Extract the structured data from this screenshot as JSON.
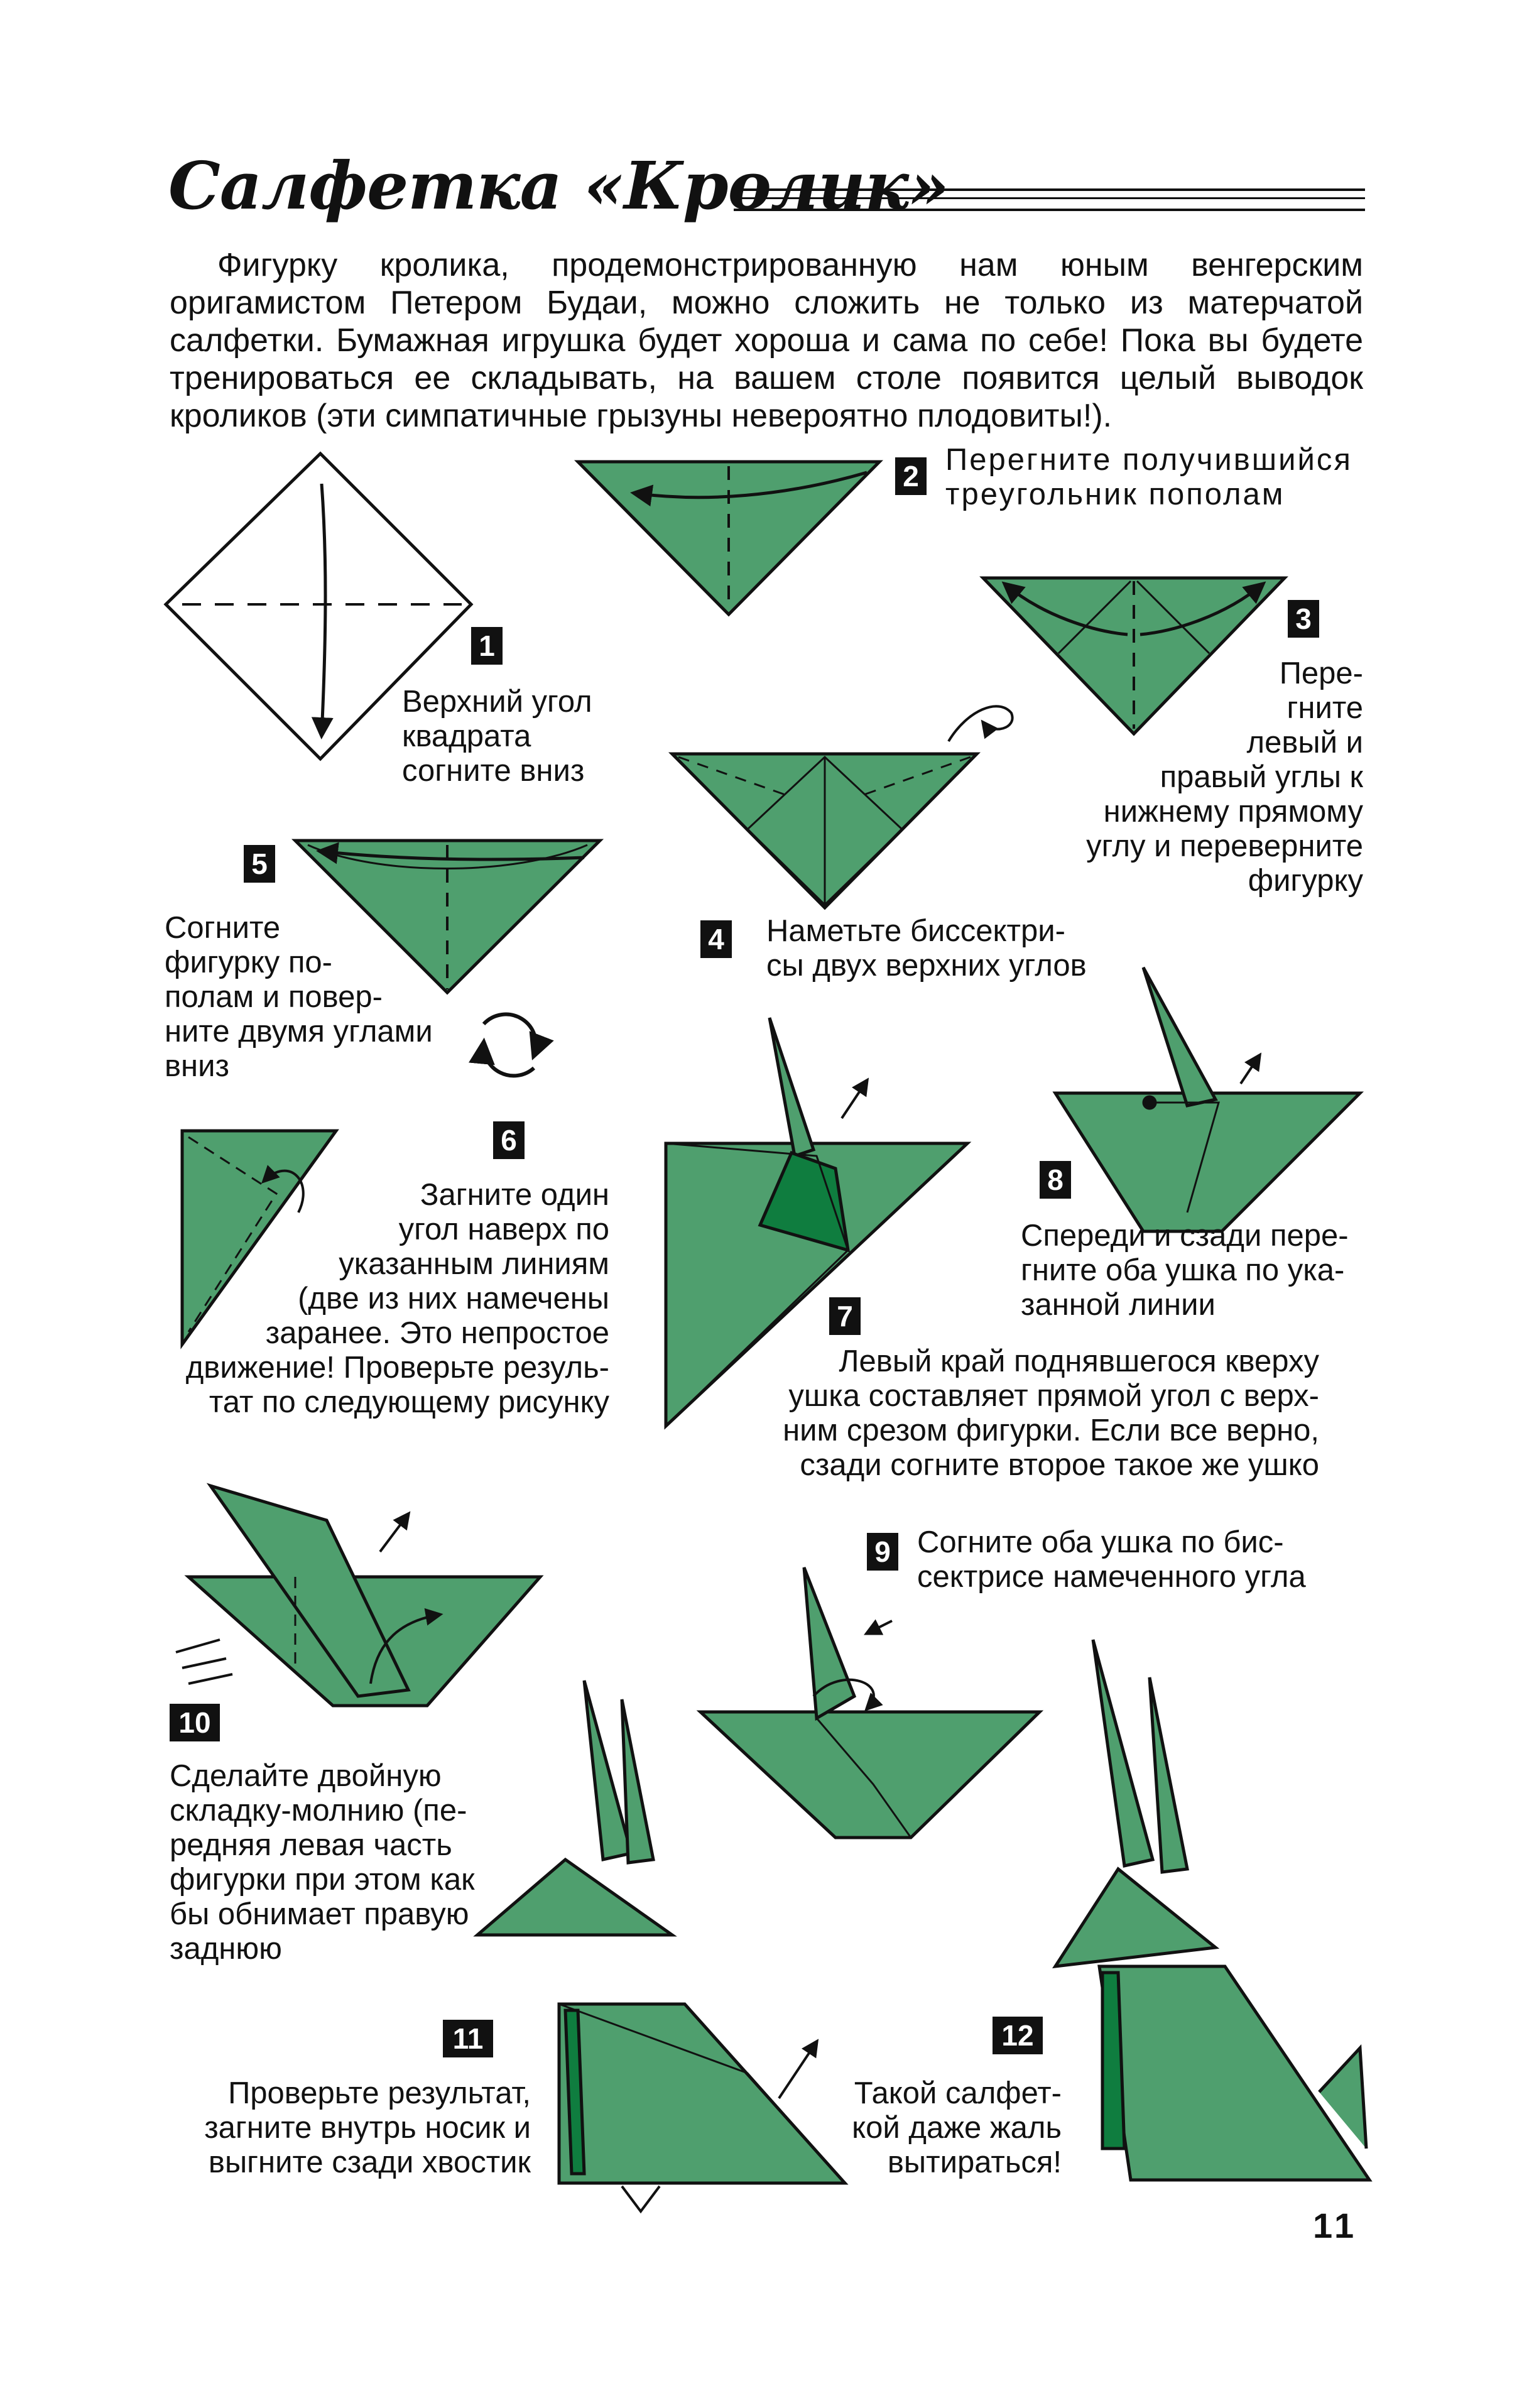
{
  "title": "Салфетка «Кролик»",
  "intro": "Фигурку кролика, продемонстрированную нам юным венгерским оригамистом Петером Будаи, можно сложить не только из матерчатой салфетки. Бумажная игрушка будет хороша и сама по себе! Пока вы будете тренироваться ее складывать, на вашем столе появится целый выводок кроликов (эти симпатичные грызуны невероятно плодовиты!).",
  "colors": {
    "paper_green": "#4f9f6e",
    "dark_green": "#0f7d3f",
    "ink": "#111111"
  },
  "steps": [
    {
      "num": "1",
      "text": "Верхний угол\nквадрата\nсогните вниз"
    },
    {
      "num": "2",
      "text": "Перегните получившийся\nтреугольник пополам"
    },
    {
      "num": "3",
      "text": "Пере-\nгните\nлевый и\nправый углы к\nнижнему прямому\nуглу и переверните\nфигурку"
    },
    {
      "num": "4",
      "text": "Наметьте биссектри-\nсы двух верхних углов"
    },
    {
      "num": "5",
      "text": "Согните\nфигурку по-\nполам и повер-\nните двумя углами\nвниз"
    },
    {
      "num": "6",
      "text": "Загните один\nугол наверх по\nуказанным линиям\n(две из них намечены\nзаранее. Это непростое\nдвижение! Проверьте резуль-\nтат по следующему рисунку"
    },
    {
      "num": "7",
      "text": "Левый край поднявшегося кверху\nушка составляет прямой угол с верх-\nним срезом фигурки. Если все верно,\nсзади согните второе такое же ушко"
    },
    {
      "num": "8",
      "text": "Спереди и сзади пере-\nгните оба ушка по ука-\nзанной линии"
    },
    {
      "num": "9",
      "text": "Согните оба ушка по бис-\nсектрисе намеченного угла"
    },
    {
      "num": "10",
      "text": "Сделайте двойную\nскладку-молнию (пе-\nредняя левая часть\nфигурки при этом как\nбы обнимает правую\nзаднюю"
    },
    {
      "num": "11",
      "text": "Проверьте результат,\nзагните внутрь носик и\nвыгните сзади хвостик"
    },
    {
      "num": "12",
      "text": "Такой салфет-\nкой даже жаль\nвытираться!"
    }
  ],
  "page_number": "11"
}
